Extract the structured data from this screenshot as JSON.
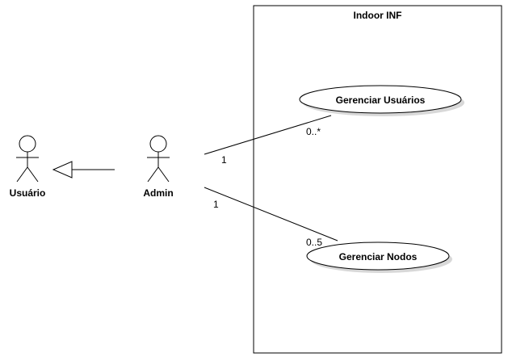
{
  "system": {
    "title": "Indoor INF"
  },
  "actors": {
    "usuario": {
      "label": "Usuário"
    },
    "admin": {
      "label": "Admin"
    }
  },
  "use_cases": {
    "gerenciar_usuarios": {
      "label": "Gerenciar Usuários"
    },
    "gerenciar_nodos": {
      "label": "Gerenciar Nodos"
    }
  },
  "associations": {
    "admin_usuarios": {
      "source_mult": "1",
      "target_mult": "0..*"
    },
    "admin_nodos": {
      "source_mult": "1",
      "target_mult": "0..5"
    }
  },
  "colors": {
    "stroke": "#000000",
    "fill": "#ffffff",
    "shadow": "#d8d8d8",
    "text": "#000000"
  }
}
